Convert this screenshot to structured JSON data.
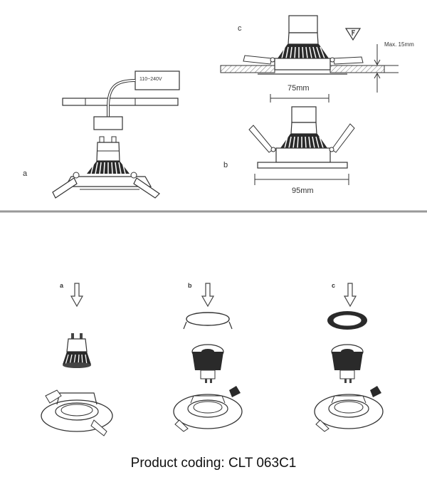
{
  "labels": {
    "panel_a": "a",
    "panel_b": "b",
    "panel_c": "c",
    "voltage": "110~240V",
    "max_thickness": "Max. 15mm",
    "cutout": "75mm",
    "outer": "95mm",
    "step_a": "a",
    "step_b": "b",
    "step_c": "c"
  },
  "caption": "Product coding: CLT 063C1",
  "colors": {
    "line": "#333333",
    "hatch": "#777777",
    "dark": "#2a2a2a",
    "divider": "#999999"
  }
}
